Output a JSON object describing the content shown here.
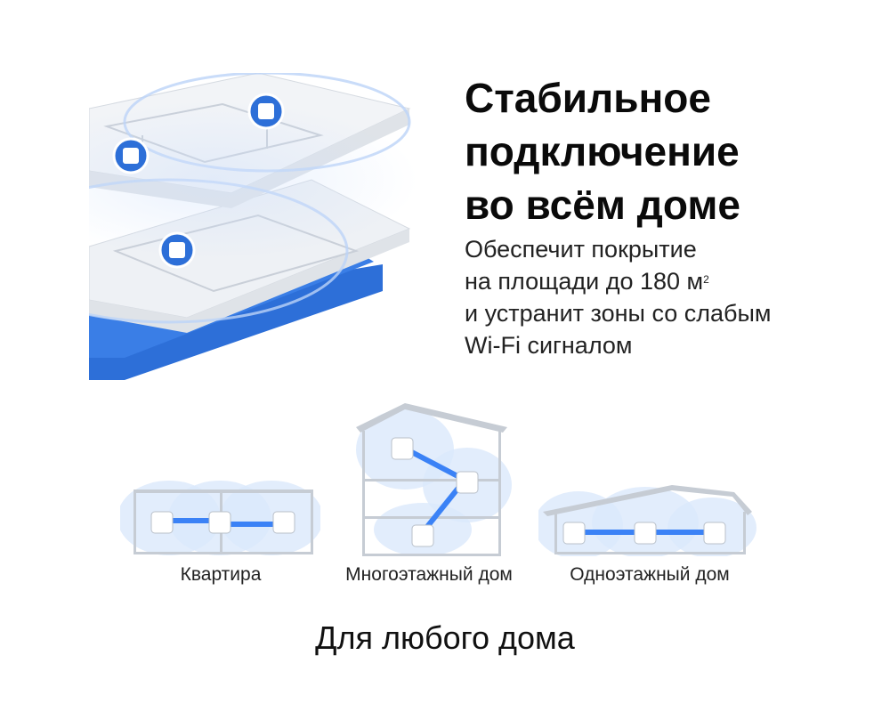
{
  "headline": {
    "line1": "Стабильное",
    "line2": "подключение",
    "line3": "во всём доме"
  },
  "description": {
    "line1": "Обеспечит покрытие",
    "line2_main": "на площади до 180 м",
    "line2_sup": "2",
    "line3": "и устранит зоны со слабым",
    "line4": "Wi-Fi сигналом"
  },
  "house_types": [
    {
      "label": "Квартира"
    },
    {
      "label": "Многоэтажный дом"
    },
    {
      "label": "Одноэтажный дом"
    }
  ],
  "footer": {
    "text": "Для любого дома"
  },
  "colors": {
    "accent_blue": "#2d6fd8",
    "signal_blue": "#3b82f6",
    "coverage_blue": "#dbe8fb",
    "wall_grey": "#dfe3e8"
  },
  "icons": [
    "mesh-unit-icon",
    "floorplan-illustration",
    "apartment-illustration",
    "multistorey-house-illustration",
    "single-storey-house-illustration"
  ]
}
